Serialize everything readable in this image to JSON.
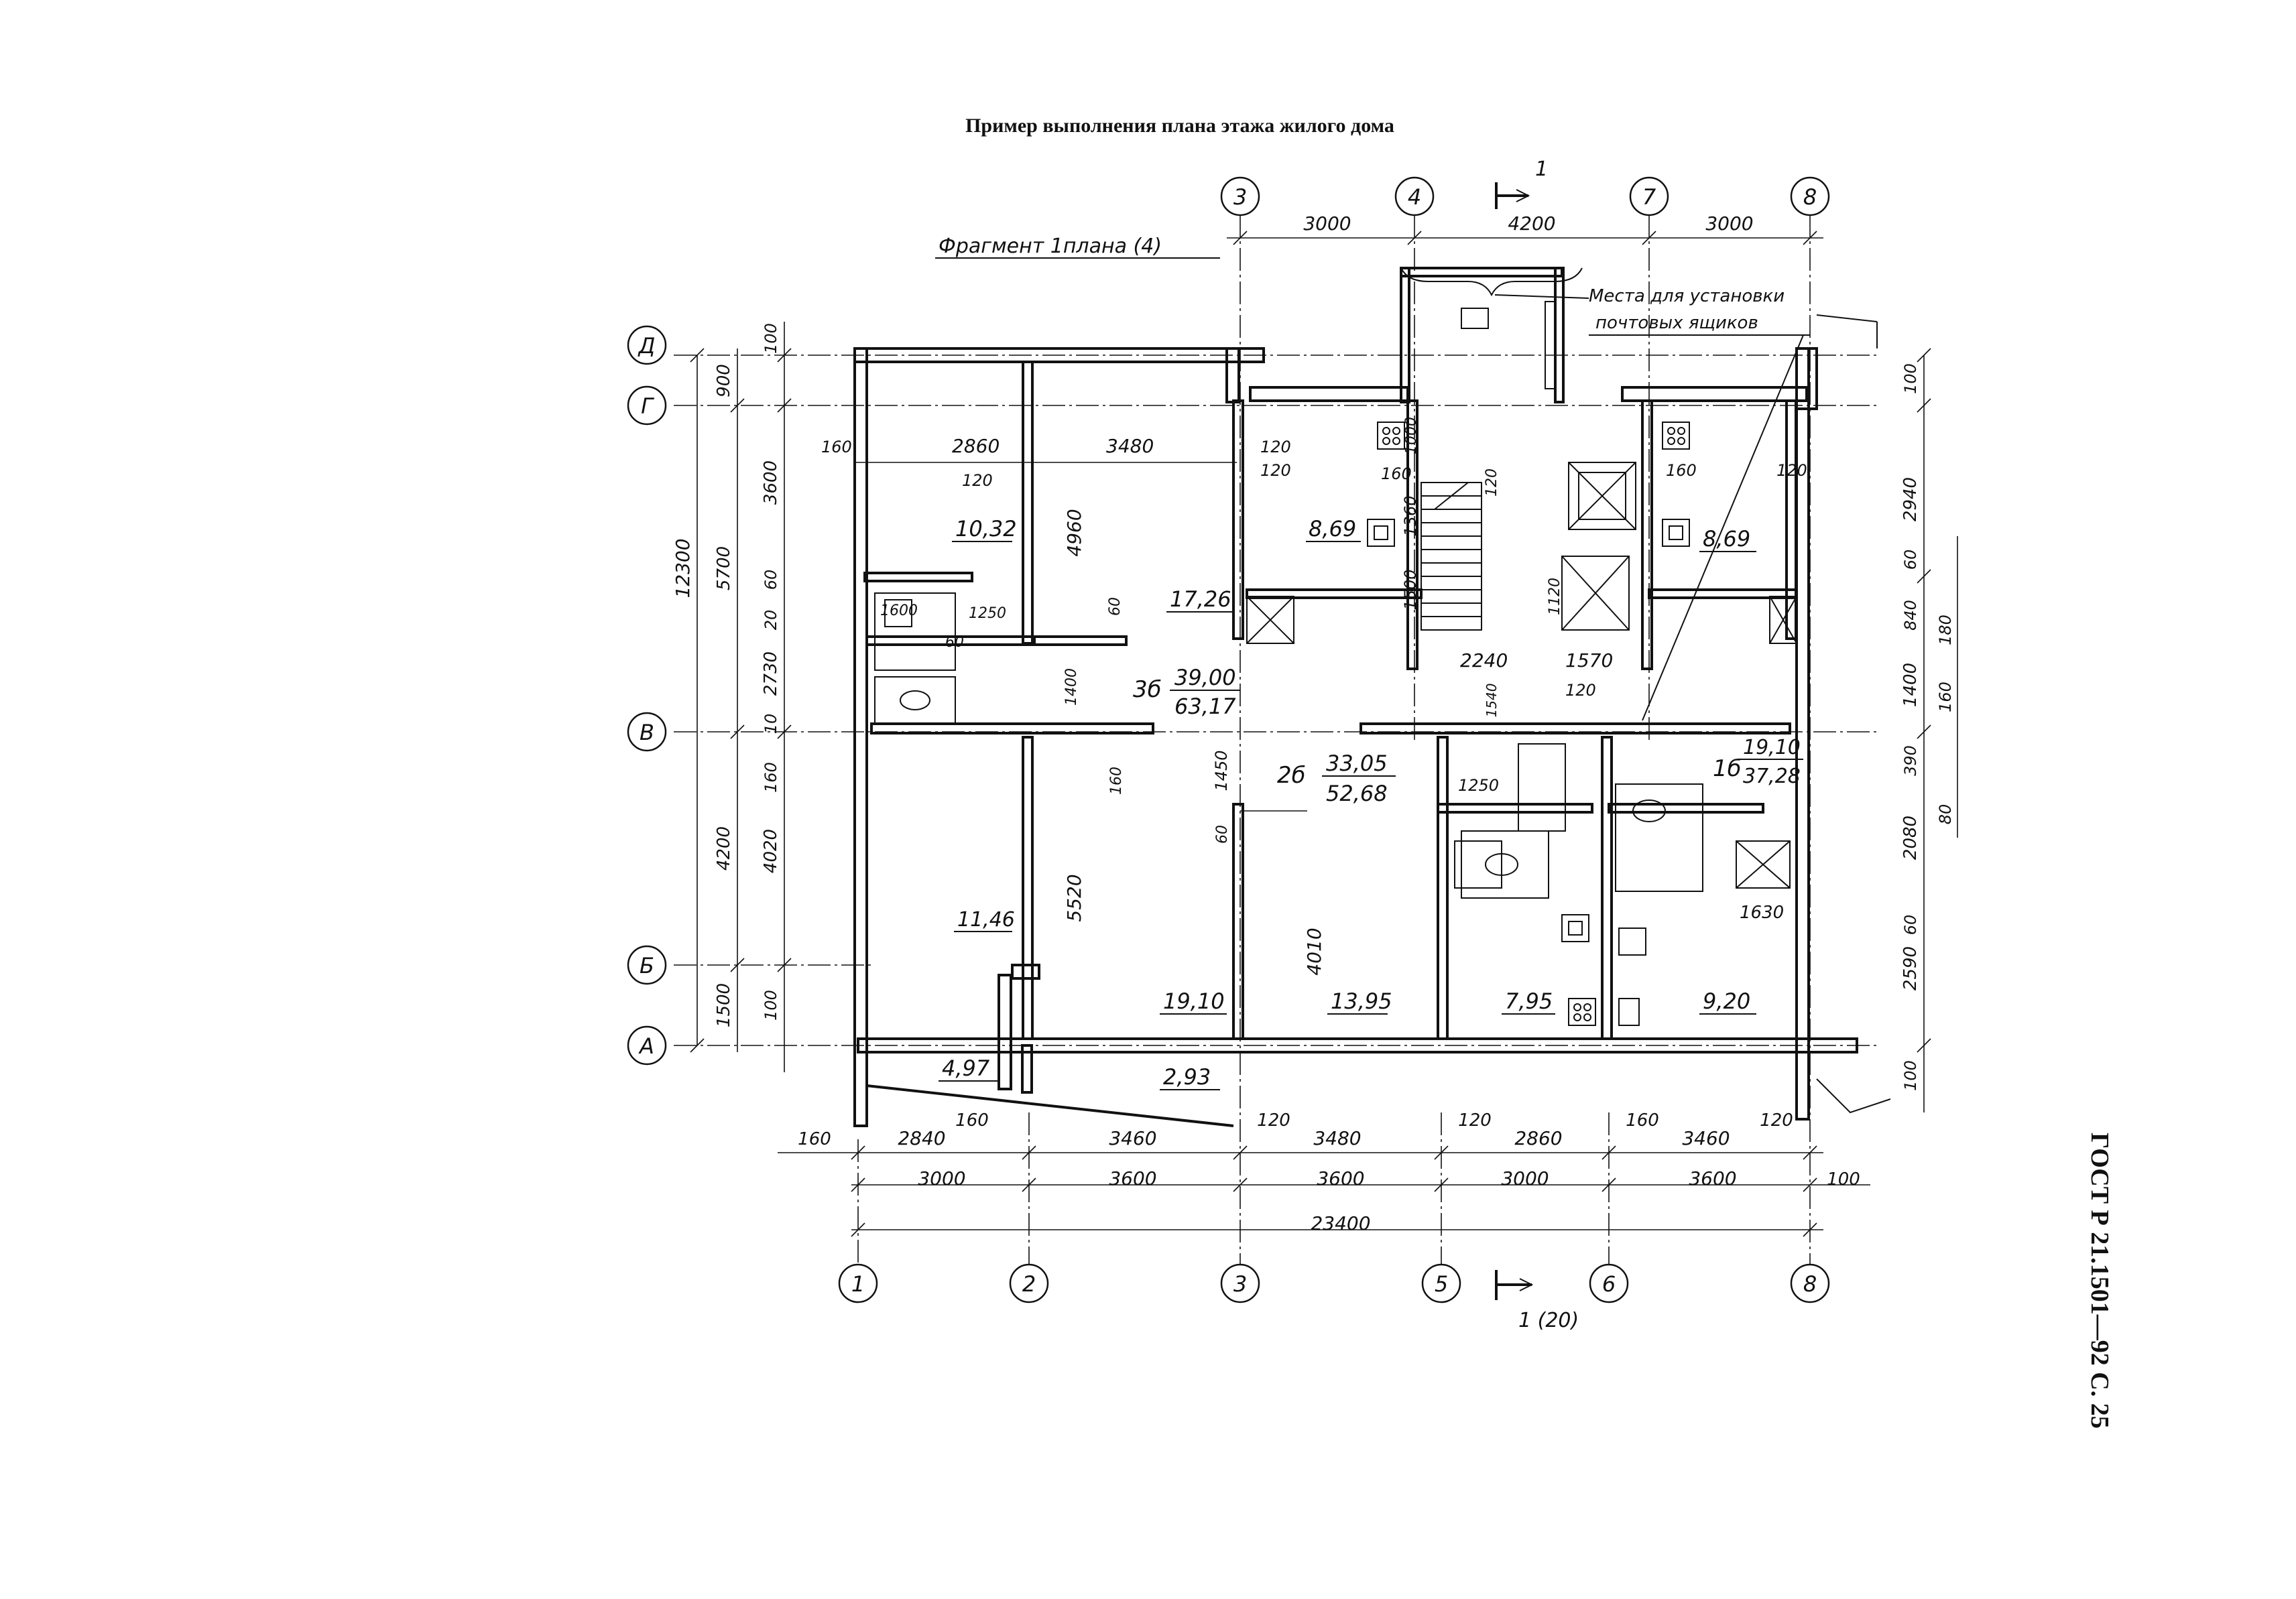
{
  "page_title": "Пример выполнения плана этажа жилого дома",
  "fragment_label": "Фрагмент 1плана (4)",
  "mailbox_note": [
    "Места для установки",
    "почтовых ящиков"
  ],
  "section_mark_top": "1",
  "section_mark_bottom": "1 (20)",
  "standard_label": "ГОСТ Р 21.1501—92 С. 25",
  "axes_top": [
    "3",
    "4",
    "7",
    "8"
  ],
  "axes_bottom": [
    "1",
    "2",
    "3",
    "5",
    "6",
    "8"
  ],
  "axes_left": [
    "Д",
    "Г",
    "В",
    "Б",
    "А"
  ],
  "top_dims": [
    "3000",
    "4200",
    "3000"
  ],
  "bottom_dims_row1": [
    "160",
    "2840",
    "160",
    "3460",
    "120",
    "3480",
    "120",
    "2860",
    "160",
    "3460",
    "120"
  ],
  "bottom_dims_row2": [
    "3000",
    "3600",
    "3600",
    "3000",
    "3600",
    "100"
  ],
  "bottom_total": "23400",
  "left_total": "12300",
  "left_dims_outer": [
    "900",
    "5700",
    "4200",
    "1500"
  ],
  "left_dims_inner": [
    "100",
    "3600",
    "60",
    "20",
    "2730",
    "10",
    "160",
    "4020",
    "100"
  ],
  "right_dims_a": [
    "100",
    "2940",
    "60",
    "840",
    "1400",
    "390",
    "2080",
    "60",
    "2590",
    "100"
  ],
  "right_dims_b": [
    "180",
    "160",
    "80"
  ],
  "interior_dims": [
    "160",
    "2860",
    "3480",
    "120",
    "120",
    "4960",
    "1600",
    "1250",
    "60",
    "60",
    "5520",
    "160",
    "1400",
    "1450",
    "60",
    "4010",
    "1000",
    "120",
    "1360",
    "1500",
    "1120",
    "2240",
    "1570",
    "120",
    "1540",
    "1250",
    "1630",
    "160",
    "120",
    "160",
    "120"
  ],
  "apartments": [
    {
      "rooms": "3б",
      "living": "39,00",
      "total": "63,17"
    },
    {
      "rooms": "2б",
      "living": "33,05",
      "total": "52,68"
    },
    {
      "rooms": "1б",
      "living": "19,10",
      "total": "37,28"
    }
  ],
  "room_areas": [
    "10,32",
    "17,26",
    "8,69",
    "8,69",
    "11,46",
    "19,10",
    "4,97",
    "2,93",
    "13,95",
    "7,95",
    "9,20"
  ]
}
